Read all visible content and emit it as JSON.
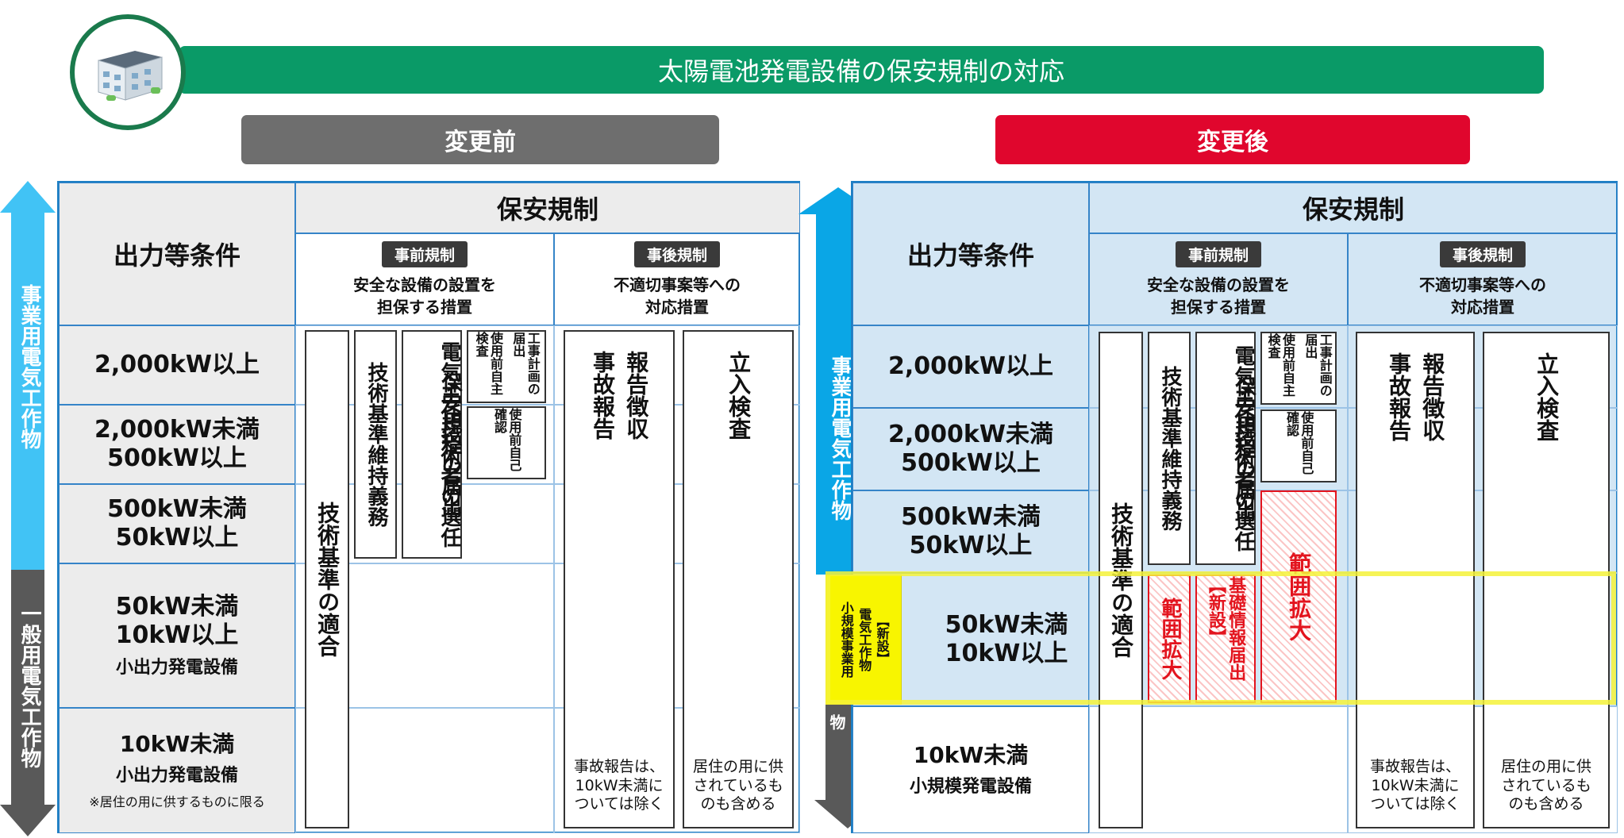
{
  "title": "太陽電池発電設備の保安規制の対応",
  "before": {
    "label": "変更前",
    "color": "#6e6e6e",
    "header": "保安規制",
    "condition_header": "出力等条件",
    "pre": {
      "tag": "事前規制",
      "line1": "安全な設備の設置を",
      "line2": "担保する措置"
    },
    "post": {
      "tag": "事後規制",
      "line1": "不適切事案等への",
      "line2": "対応措置"
    },
    "rows": [
      {
        "l1": "2,000kW以上"
      },
      {
        "l1": "2,000kW未満",
        "l2": "500kW以上"
      },
      {
        "l1": "500kW未満",
        "l2": "50kW以上"
      },
      {
        "l1": "50kW未満",
        "l2": "10kW以上",
        "sub": "小出力発電設備"
      },
      {
        "l1": "10kW未満",
        "sub": "小出力発電設備",
        "note": "※居住の用に供するものに限る"
      }
    ],
    "arrows": {
      "business": "事業用電気工作物",
      "general": "一般用電気工作物"
    },
    "boxes": {
      "tech_conform": "技術基準の適合",
      "tech_maintain": "技術基準維持義務",
      "chief": "電気主任技術者の選任",
      "rules": "保安規程の届出",
      "inspect": "使用前自主検査",
      "plan": "工事計画の届出",
      "selfcheck": "使用前自己確認",
      "accident": "事故報告",
      "report": "報告徴収",
      "entry": "立入検査"
    },
    "notes": {
      "accident": "事故報告は、10kW未満については除く",
      "entry": "居住の用に供されているものも含める"
    }
  },
  "after": {
    "label": "変更後",
    "color": "#e0062d",
    "header": "保安規制",
    "condition_header": "出力等条件",
    "pre": {
      "tag": "事前規制",
      "line1": "安全な設備の設置を",
      "line2": "担保する措置"
    },
    "post": {
      "tag": "事後規制",
      "line1": "不適切事案等への",
      "line2": "対応措置"
    },
    "rows": [
      {
        "l1": "2,000kW以上"
      },
      {
        "l1": "2,000kW未満",
        "l2": "500kW以上"
      },
      {
        "l1": "500kW未満",
        "l2": "50kW以上"
      },
      {
        "l1": "50kW未満",
        "l2": "10kW以上"
      },
      {
        "l1": "10kW未満",
        "sub": "小規模発電設備"
      }
    ],
    "arrows": {
      "business": "事業用電気工作物",
      "general": "一般用電気工作物"
    },
    "small_business": {
      "line1": "小規模事業用",
      "line2": "電気工作物",
      "line3": "【新設】"
    },
    "boxes": {
      "tech_conform": "技術基準の適合",
      "tech_maintain": "技術基準維持義務",
      "chief": "電気主任技術者の選任",
      "rules": "保安規程の届出",
      "inspect": "使用前自主検査",
      "plan": "工事計画の届出",
      "selfcheck": "使用前自己確認",
      "expand1": "範囲拡大",
      "basic_info": "基礎情報届出【新設】",
      "expand2": "範囲拡大",
      "accident": "事故報告",
      "report": "報告徴収",
      "entry": "立入検査"
    },
    "notes": {
      "accident": "事故報告は、10kW未満については除く",
      "entry": "居住の用に供されているものも含める"
    }
  },
  "colors": {
    "title_bar": "#0a9a67",
    "business_arrow": "#41c3f5",
    "general_arrow": "#595959",
    "expand": "#e3141e",
    "highlight": "#f5f23a"
  }
}
